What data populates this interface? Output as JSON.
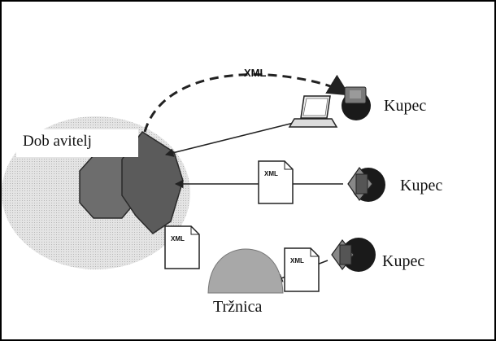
{
  "supplier": {
    "label": "Dob avitelj"
  },
  "xml_flow": {
    "label": "XML"
  },
  "buyers": [
    {
      "label": "Kupec"
    },
    {
      "label": "Kupec"
    },
    {
      "label": "Kupec"
    }
  ],
  "marketplace": {
    "label": "Tržnica"
  },
  "documents": [
    {
      "label": "XML"
    },
    {
      "label": "XML"
    },
    {
      "label": "XML"
    }
  ],
  "colors": {
    "supplier_hex": "#5b5b5b",
    "supplier_oct": "#6d6d6d",
    "supplier_halo": "#d6d6d6",
    "buyer_dark": "#1a1a1a",
    "marketplace": "#a8a8a8",
    "document": "#ffffff",
    "line": "#333333"
  }
}
